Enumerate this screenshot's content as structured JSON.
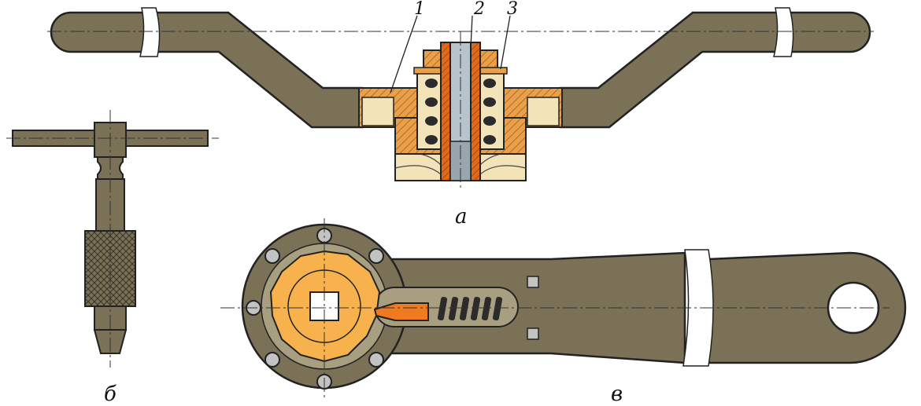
{
  "figure_a": {
    "caption": "а",
    "callouts": [
      "1",
      "2",
      "3"
    ]
  },
  "figure_b": {
    "caption": "б"
  },
  "figure_c": {
    "caption": "в"
  },
  "colors": {
    "body": "#7a7157",
    "body_dark": "#3a3526",
    "hatch_part": "#e9a04a",
    "insert_light": "#f3e3b8",
    "ratchet": "#f7b24d",
    "pawl": "#ef7a1f",
    "sleeve": "#e06a1c",
    "shaft": "#b8c4cc",
    "rivet": "#c3c3c3",
    "hole": "#ffffff"
  }
}
